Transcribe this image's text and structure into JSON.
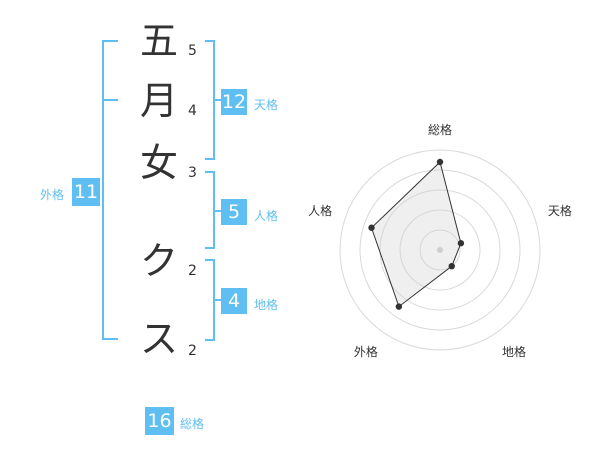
{
  "name": {
    "chars": [
      {
        "char": "五",
        "strokes": "5"
      },
      {
        "char": "月",
        "strokes": "4"
      },
      {
        "char": "女",
        "strokes": "3"
      },
      {
        "char": "ク",
        "strokes": "2"
      },
      {
        "char": "ス",
        "strokes": "2"
      }
    ]
  },
  "fortune": {
    "tenkaku": {
      "value": "12",
      "label": "天格"
    },
    "jinkaku": {
      "value": "5",
      "label": "人格"
    },
    "chikaku": {
      "value": "4",
      "label": "地格"
    },
    "gaikaku": {
      "value": "11",
      "label": "外格"
    },
    "soukaku": {
      "value": "16",
      "label": "総格"
    }
  },
  "colors": {
    "accent": "#5fbff3",
    "text": "#333333",
    "ring": "#d9d9d9",
    "fill": "#efefef"
  },
  "chart_data": {
    "type": "radar",
    "categories": [
      "総格",
      "天格",
      "地格",
      "外格",
      "人格"
    ],
    "values": [
      4.4,
      1.1,
      1.0,
      3.5,
      3.6
    ],
    "rlim": [
      0,
      5
    ],
    "rings": 5
  }
}
